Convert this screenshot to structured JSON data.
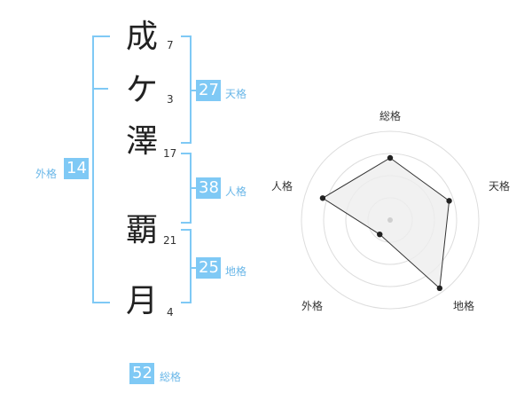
{
  "name_chars": [
    {
      "char": "成",
      "strokes": "7"
    },
    {
      "char": "ケ",
      "strokes": "3"
    },
    {
      "char": "澤",
      "strokes": "17"
    },
    {
      "char": "覇",
      "strokes": "21"
    },
    {
      "char": "月",
      "strokes": "4"
    }
  ],
  "fortunes": {
    "tenkaku": {
      "value": "27",
      "label": "天格"
    },
    "jinkaku": {
      "value": "38",
      "label": "人格"
    },
    "chikaku": {
      "value": "25",
      "label": "地格"
    },
    "gaikaku": {
      "value": "14",
      "label": "外格"
    },
    "soukaku": {
      "value": "52",
      "label": "総格"
    }
  },
  "radar": {
    "axes": [
      "総格",
      "天格",
      "地格",
      "外格",
      "人格"
    ],
    "scores": [
      0.7,
      0.7,
      0.95,
      0.2,
      0.8
    ],
    "max": 1,
    "rings": 4,
    "fill": "#eeeeee",
    "line": "#333333"
  },
  "colors": {
    "accent": "#7fc9f5",
    "accent_text": "#6ab7e8"
  }
}
